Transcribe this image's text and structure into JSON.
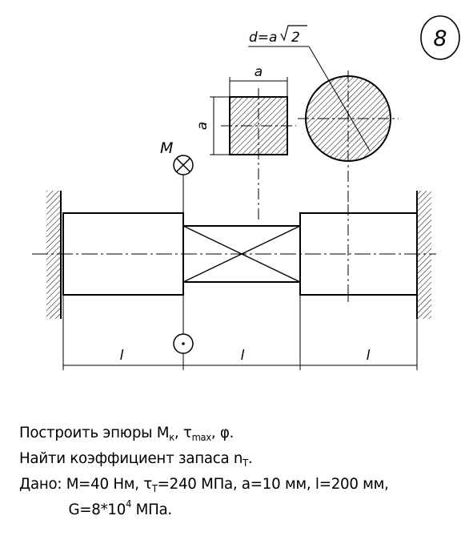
{
  "variant_number": "8",
  "labels": {
    "moment": "M",
    "side": "a",
    "diameter_prefix": "d=a",
    "diameter_root": "2",
    "length": "l"
  },
  "task": {
    "line1_prefix": "Построить эпюры M",
    "line1_sub1": "к",
    "line1_mid": ", τ",
    "line1_sub2": "max",
    "line1_suffix": ", φ.",
    "line2_prefix": "Найти коэффициент запаса n",
    "line2_sub": "T",
    "line2_suffix": ".",
    "line3_prefix": "Дано: M=40 Нм, τ",
    "line3_sub": "T",
    "line3_suffix": "=240 МПа, a=10 мм, l=200 мм,",
    "line4_prefix": "G=8*10",
    "line4_sup": "4",
    "line4_suffix": " МПа."
  }
}
